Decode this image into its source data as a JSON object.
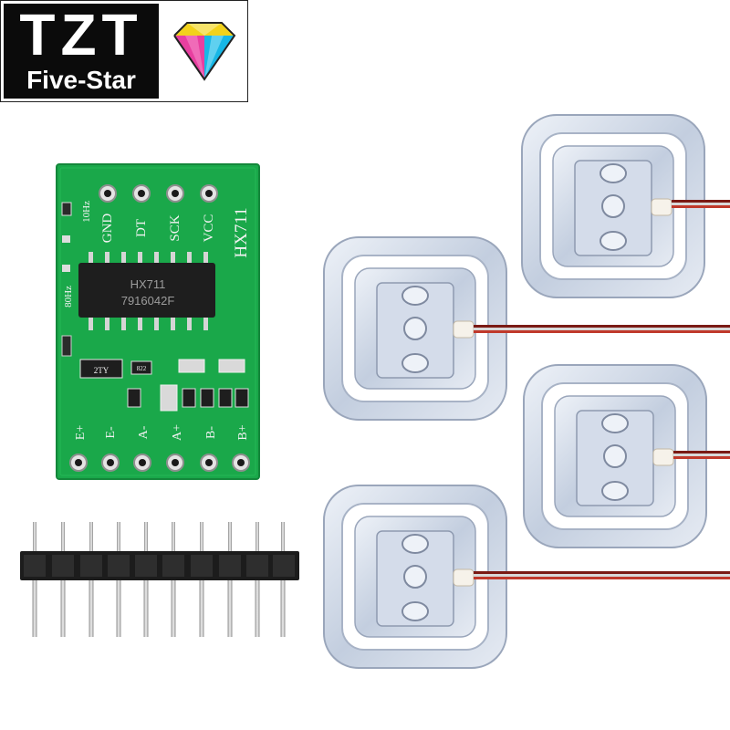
{
  "logo": {
    "line1": "TZT",
    "line2": "Five-Star"
  },
  "board": {
    "chip_model": "HX711",
    "chip_code": "7916042F",
    "board_title": "HX711",
    "top_pins": [
      "GND",
      "DT",
      "SCK",
      "VCC"
    ],
    "bottom_pins": [
      "E+",
      "E-",
      "A-",
      "A+",
      "B-",
      "B+"
    ],
    "side_labels": [
      "10Hz",
      "80Hz"
    ],
    "transistor_label": "2TY",
    "resistor_label": "822"
  },
  "colors": {
    "pcb_green": "#1aa84a",
    "logo_black": "#0b0b0b",
    "metal": "#c9d3e2",
    "wire_red": "#c0392b"
  },
  "accessories": {
    "header_pins": 10,
    "load_cells": 4
  }
}
